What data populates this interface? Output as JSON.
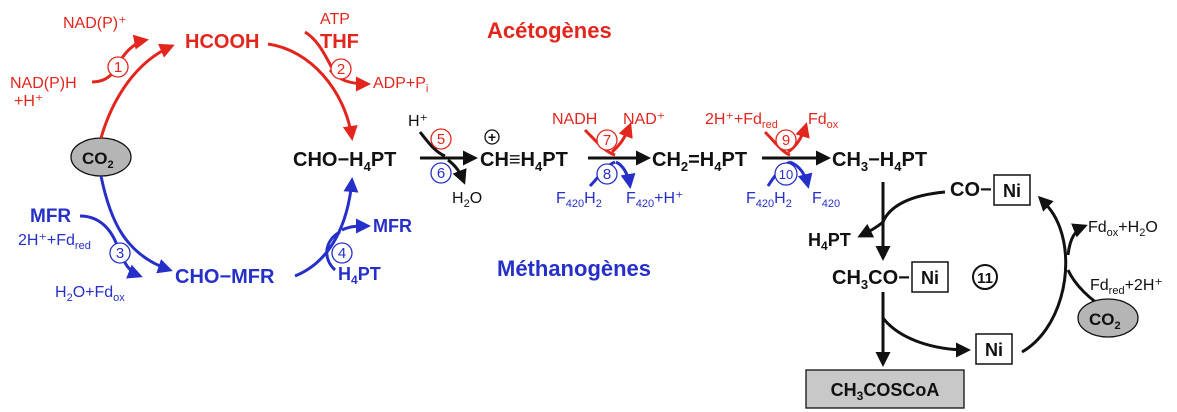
{
  "groups": {
    "acetogens": "Acétogènes",
    "methanogens": "Méthanogènes"
  },
  "colors": {
    "acetogen_red": "#e2261e",
    "methanogen_blue": "#2630c8",
    "common_black": "#111111",
    "ellipse_gray": "#b5b5b5",
    "box_gray": "#c8c8c8"
  },
  "compounds": {
    "co2": "CO",
    "co2_sub": "2",
    "hcooh": "HCOOH",
    "cho_h4pt_a": "CHO−H",
    "cho_h4pt_sub": "4",
    "cho_h4pt_b": "PT",
    "cho_mfr": "CHO−MFR",
    "ch_h4pt_a": "CH≡H",
    "ch_h4pt_sub": "4",
    "ch_h4pt_b": "PT",
    "plus_charge": "+",
    "ch2_a": "CH",
    "ch2_sub": "2",
    "ch2_b": "=H",
    "ch2_sub2": "4",
    "ch2_c": "PT",
    "ch3_a": "CH",
    "ch3_sub": "3",
    "ch3_b": "−H",
    "ch3_sub2": "4",
    "ch3_c": "PT",
    "co": "CO−",
    "ni": "Ni",
    "ch3co_a": "CH",
    "ch3co_sub": "3",
    "ch3co_b": "CO−",
    "h4pt_a": "H",
    "h4pt_sub": "4",
    "h4pt_b": "PT",
    "product_a": "CH",
    "product_sub": "3",
    "product_b": "COSCoA",
    "co2_right": "CO",
    "co2_right_sub": "2"
  },
  "cofactors": {
    "nadp_plus": "NAD(P)⁺",
    "nadph_a": "NAD(P)H",
    "nadph_b": "+H⁺",
    "atp": "ATP",
    "thf": "THF",
    "adp_a": "ADP+P",
    "adp_sub": "i",
    "mfr_in": "MFR",
    "h_fd_a": "2H⁺+Fd",
    "h_fd_sub": "red",
    "h2o_fd_a": "H",
    "h2o_fd_sub": "2",
    "h2o_fd_b": "O+Fd",
    "h2o_fd_sub2": "ox",
    "mfr_out": "MFR",
    "h4pt_in_a": "H",
    "h4pt_in_sub": "4",
    "h4pt_in_b": "PT",
    "h_plus": "H⁺",
    "h2o_a": "H",
    "h2o_sub": "2",
    "h2o_b": "O",
    "nadh": "NADH",
    "nad_plus": "NAD⁺",
    "f420h2_a": "F",
    "f420h2_sub": "420",
    "f420h2_b": "H",
    "f420h2_sub2": "2",
    "f420h_a": "F",
    "f420h_sub": "420",
    "f420h_b": "+H⁺",
    "step9_in_a": "2H⁺+Fd",
    "step9_in_sub": "red",
    "step9_out_a": "Fd",
    "step9_out_sub": "ox",
    "step10_in_a": "F",
    "step10_in_sub": "420",
    "step10_in_b": "H",
    "step10_in_sub2": "2",
    "step10_out_a": "F",
    "step10_out_sub": "420",
    "fdox_h2o_a": "Fd",
    "fdox_h2o_sub": "ox",
    "fdox_h2o_b": "+H",
    "fdox_h2o_sub2": "2",
    "fdox_h2o_c": "O",
    "fdred_h_a": "Fd",
    "fdred_h_sub": "red",
    "fdred_h_b": "+2H⁺"
  },
  "steps": [
    "1",
    "2",
    "3",
    "4",
    "5",
    "6",
    "7",
    "8",
    "9",
    "10",
    "11"
  ]
}
